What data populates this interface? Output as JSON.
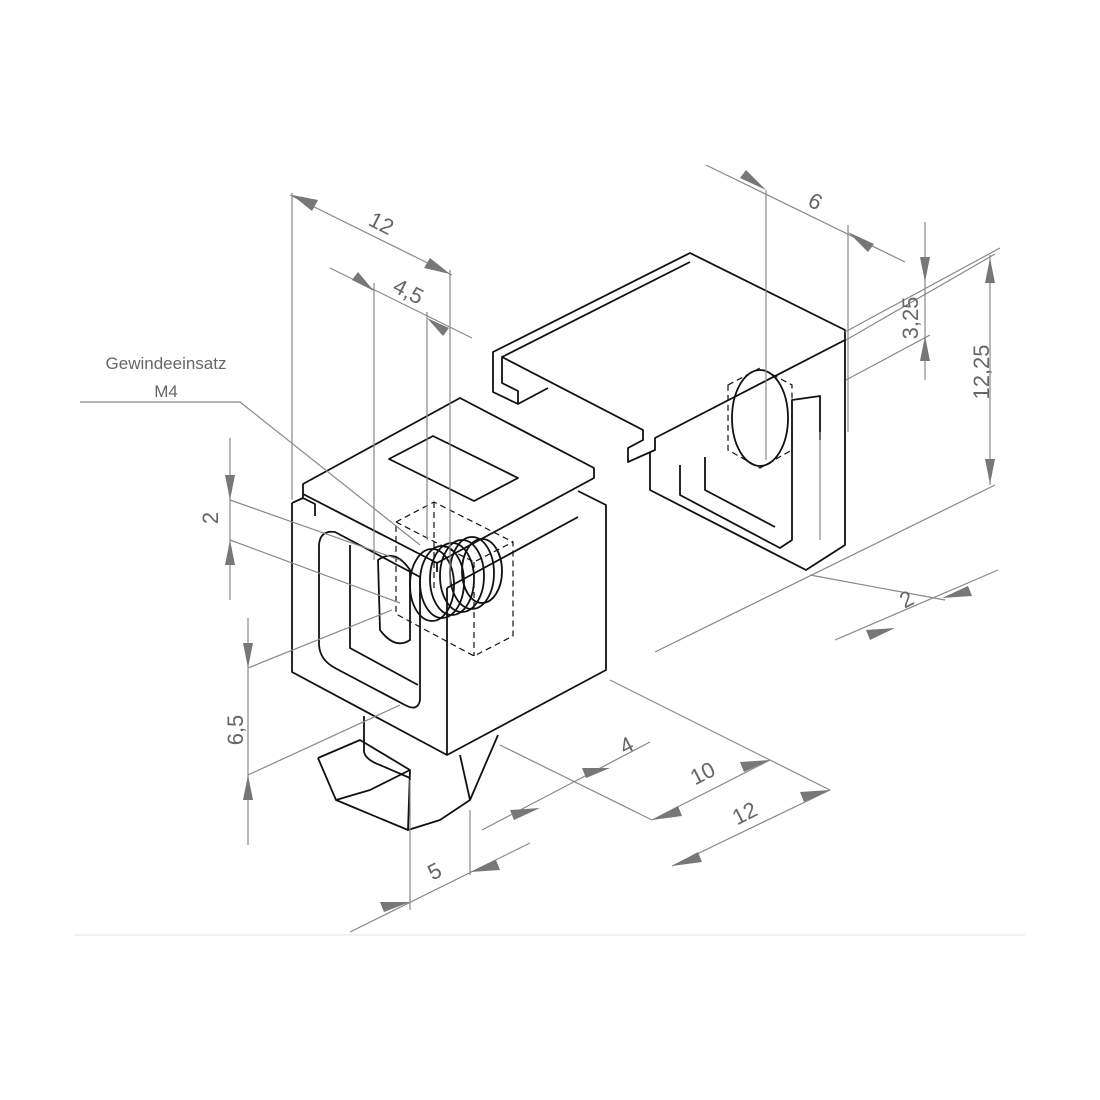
{
  "title_note": {
    "line1": "Gewindeeinsatz",
    "line2": "M4"
  },
  "dimensions": {
    "top_width": "12",
    "insert_offset": "4,5",
    "slot_height": "2",
    "lower_height": "6,5",
    "foot_width": "5",
    "foot_offset": "4",
    "depth_inner": "10",
    "depth_total": "12",
    "cap_wall": "2",
    "cap_height": "12,25",
    "cap_top": "3,25",
    "cap_hole_offset": "6"
  },
  "colors": {
    "part": "#111111",
    "dimension": "#888888"
  }
}
